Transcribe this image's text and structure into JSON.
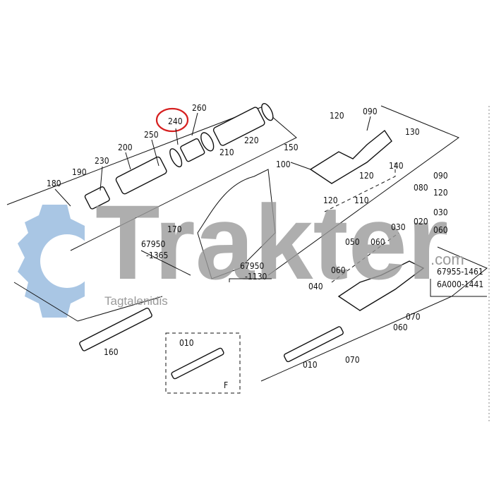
{
  "highlight_label": "240",
  "labels": {
    "p260": "260",
    "p250": "250",
    "p200": "200",
    "p230": "230",
    "p190": "190",
    "p180": "180",
    "p220": "220",
    "p210": "210",
    "p120a": "120",
    "p090a": "090",
    "p130": "130",
    "p150": "150",
    "p100": "100",
    "p140": "140",
    "p120b": "120",
    "p120c": "120",
    "p110": "110",
    "p090b": "090",
    "p080": "080",
    "p120d": "120",
    "p030a": "030",
    "p020": "020",
    "p060a": "060",
    "p030b": "030",
    "p050": "050",
    "p060b": "060",
    "p060c": "060",
    "p040": "040",
    "p170": "170",
    "ref1a": "67950",
    "ref1b": "-1365",
    "ref2a": "67950",
    "ref2b": "-1130",
    "ref3a": "67955-1461",
    "ref3b": "6A000-1441",
    "p070a": "070",
    "p060d": "060",
    "p070b": "070",
    "p010a": "010",
    "p160": "160",
    "p010b": "010",
    "detailF": "F"
  },
  "watermark": {
    "brand": "Trakter",
    "domain": ".com",
    "owner": "Tagtalenidis"
  },
  "colors": {
    "highlight": "#d62020",
    "watermark": "#9a9a9a",
    "gear": "#a9c6e4"
  }
}
